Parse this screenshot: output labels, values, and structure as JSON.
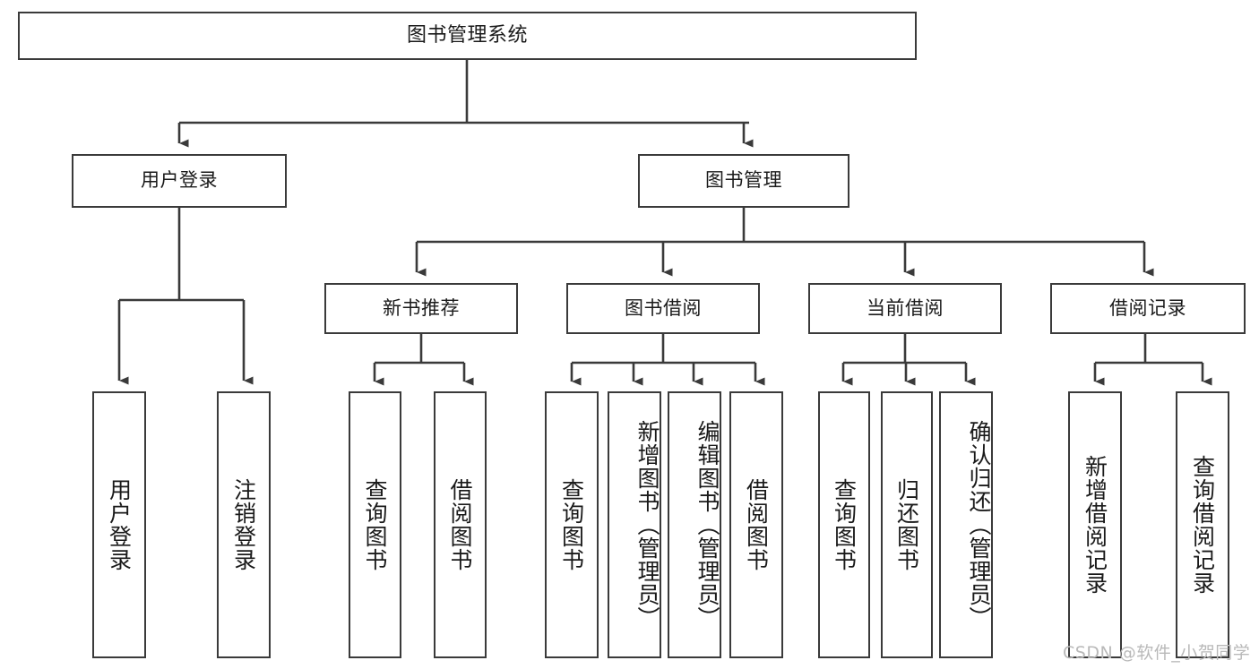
{
  "diagram": {
    "type": "hierarchy-tree",
    "title": "图书管理系统",
    "watermark": "CSDN @软件_小贺同学",
    "colors": {
      "stroke": "#3a3a3a",
      "fill": "#ffffff",
      "text": "#1a1a1a",
      "watermark": "#b9b9b9"
    },
    "nodes": {
      "root": {
        "label": "图书管理系统"
      },
      "level2": [
        {
          "label": "用户登录"
        },
        {
          "label": "图书管理"
        }
      ],
      "level3": [
        {
          "label": "新书推荐"
        },
        {
          "label": "图书借阅"
        },
        {
          "label": "当前借阅"
        },
        {
          "label": "借阅记录"
        }
      ],
      "leaves_user_login": [
        {
          "label": "用户登录"
        },
        {
          "label": "注销登录"
        }
      ],
      "leaves_new_book": [
        {
          "label": "查询图书"
        },
        {
          "label": "借阅图书"
        }
      ],
      "leaves_borrow": [
        {
          "label": "查询图书"
        },
        {
          "label": "新增图书（管理员）"
        },
        {
          "label": "编辑图书（管理员）"
        },
        {
          "label": "借阅图书"
        }
      ],
      "leaves_current": [
        {
          "label": "查询图书"
        },
        {
          "label": "归还图书"
        },
        {
          "label": "确认归还（管理员）"
        }
      ],
      "leaves_records": [
        {
          "label": "新增借阅记录"
        },
        {
          "label": "查询借阅记录"
        }
      ]
    }
  }
}
